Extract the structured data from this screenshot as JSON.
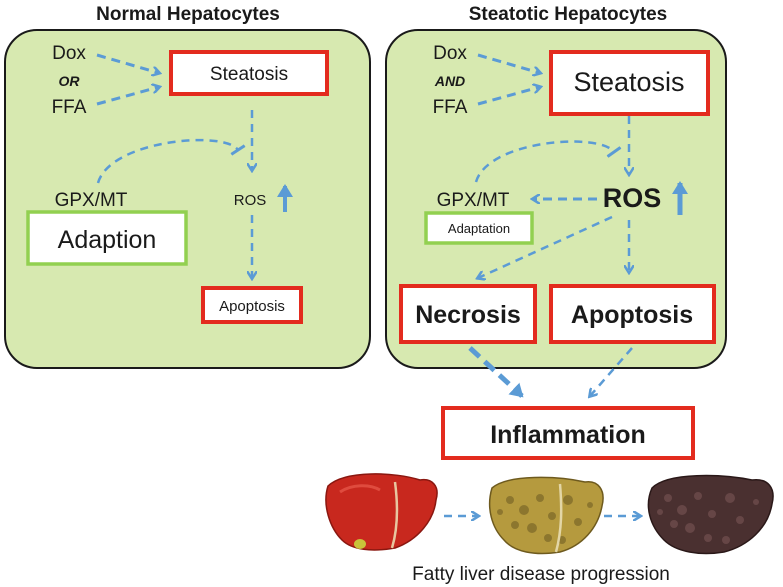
{
  "left_panel": {
    "title": "Normal Hepatocytes",
    "dox": "Dox",
    "connector": "OR",
    "ffa": "FFA",
    "steatosis": "Steatosis",
    "gpx": "GPX/MT",
    "ros": "ROS",
    "adaption": "Adaption",
    "apoptosis": "Apoptosis"
  },
  "right_panel": {
    "title": "Steatotic Hepatocytes",
    "dox": "Dox",
    "connector": "AND",
    "ffa": "FFA",
    "steatosis": "Steatosis",
    "gpx": "GPX/MT",
    "ros": "ROS",
    "adaptation": "Adaptation",
    "necrosis": "Necrosis",
    "apoptosis": "Apoptosis"
  },
  "inflammation": "Inflammation",
  "caption": "Fatty liver disease progression",
  "colors": {
    "panel_fill": "#d7e9b0",
    "red_box": "#e32b1e",
    "green_box": "#92d050",
    "arrow": "#5b9bd5",
    "liver_healthy": "#c8281e",
    "liver_fatty": "#b59a3e",
    "liver_cirrhotic": "#4a3030"
  },
  "icons": [
    "up-arrow-icon",
    "inhibition-arrow-icon",
    "healthy-liver-icon",
    "fatty-liver-icon",
    "cirrhotic-liver-icon"
  ]
}
